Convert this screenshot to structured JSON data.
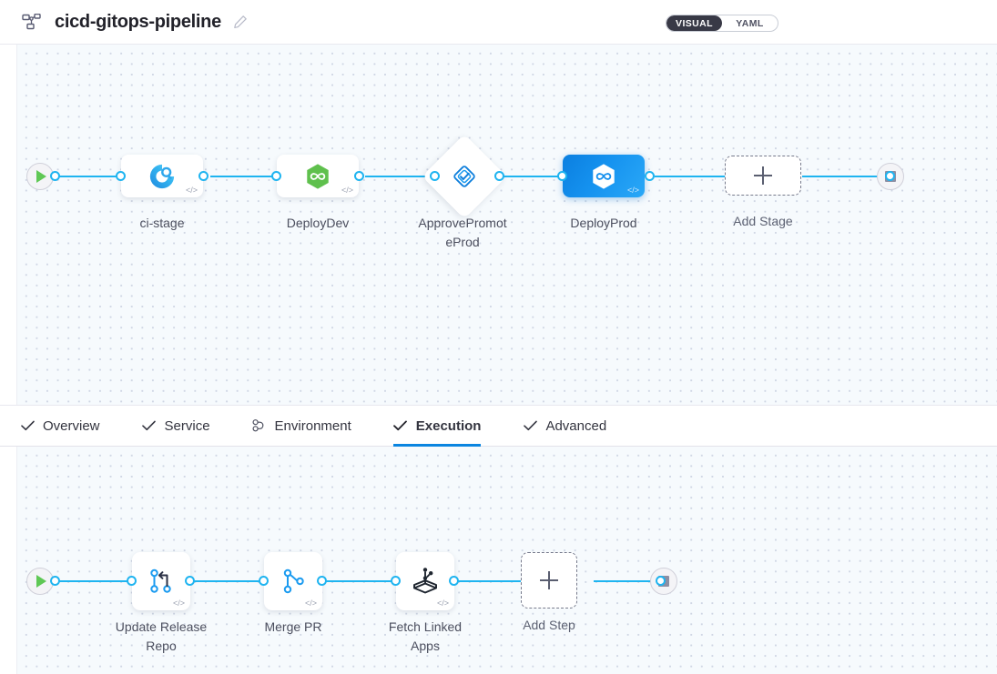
{
  "header": {
    "pipeline_icon": "pipeline-hierarchy-icon",
    "title": "cicd-gitops-pipeline",
    "edit_icon": "pencil-edit-icon",
    "view_toggle": {
      "options": [
        {
          "label": "VISUAL",
          "active": true
        },
        {
          "label": "YAML",
          "active": false
        }
      ]
    }
  },
  "stage_graph": {
    "start_node": {
      "icon": "play-icon",
      "label": ""
    },
    "end_node": {
      "icon": "stop-square-icon",
      "label": ""
    },
    "stages": [
      {
        "name": "ci-stage",
        "type": "ci",
        "icon": "ci-build-icon",
        "selected": false,
        "code_badge": "</>"
      },
      {
        "name": "DeployDev",
        "type": "deploy",
        "icon": "green-hexagon-infinity-icon",
        "selected": false,
        "code_badge": "</>"
      },
      {
        "name": "ApprovePromot\neProd",
        "type": "approval",
        "icon": "approval-diamond-check-icon",
        "selected": false,
        "code_badge": ""
      },
      {
        "name": "DeployProd",
        "type": "deploy",
        "icon": "white-hexagon-infinity-icon",
        "selected": true,
        "code_badge": "</>"
      }
    ],
    "add_stage": {
      "label": "Add Stage",
      "icon": "plus-icon"
    }
  },
  "tabs": [
    {
      "label": "Overview",
      "icon": "check-icon",
      "active": false
    },
    {
      "label": "Service",
      "icon": "check-icon",
      "active": false
    },
    {
      "label": "Environment",
      "icon": "infrastructure-nodes-icon",
      "active": false
    },
    {
      "label": "Execution",
      "icon": "check-icon",
      "active": true
    },
    {
      "label": "Advanced",
      "icon": "check-icon",
      "active": false
    }
  ],
  "step_graph": {
    "start_node": {
      "icon": "play-icon"
    },
    "end_node": {
      "icon": "stop-square-icon"
    },
    "steps": [
      {
        "name": "Update Release\nRepo",
        "icon": "git-merge-arrow-icon",
        "code_badge": "</>"
      },
      {
        "name": "Merge PR",
        "icon": "git-branch-icon",
        "code_badge": "</>"
      },
      {
        "name": "Fetch Linked\nApps",
        "icon": "harness-cube-icon",
        "code_badge": "</>"
      }
    ],
    "add_step": {
      "label": "Add Step",
      "icon": "plus-icon"
    }
  },
  "colors": {
    "accent_blue": "#1fb4f0",
    "selected_node_blue": "#0f8fe9",
    "tab_active_underline": "#0a85e0",
    "canvas_bg": "#f6fafd",
    "canvas_dot": "#cfd6e4",
    "start_green": "#5fc855",
    "end_gray": "#8d8fa3",
    "title_color": "#22222a"
  }
}
